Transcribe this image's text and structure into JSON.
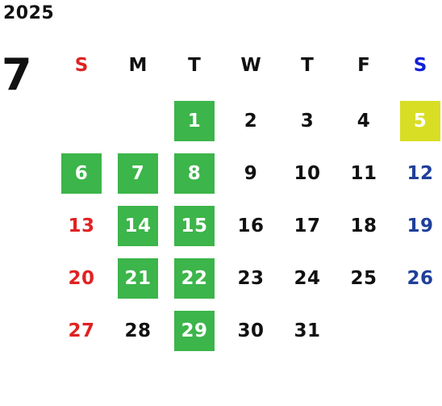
{
  "calendar": {
    "year": "2025",
    "month": "7",
    "weekdays": [
      "S",
      "M",
      "T",
      "W",
      "T",
      "F",
      "S"
    ],
    "colors": {
      "sunday": "#e02222",
      "saturday": "#1f3f9a",
      "saturday_header": "#1020d8",
      "highlight_green": "#3cb54a",
      "highlight_yellow": "#d8de24"
    },
    "weeks": [
      [
        "",
        "",
        "1",
        "2",
        "3",
        "4",
        "5"
      ],
      [
        "6",
        "7",
        "8",
        "9",
        "10",
        "11",
        "12"
      ],
      [
        "13",
        "14",
        "15",
        "16",
        "17",
        "18",
        "19"
      ],
      [
        "20",
        "21",
        "22",
        "23",
        "24",
        "25",
        "26"
      ],
      [
        "27",
        "28",
        "29",
        "30",
        "31",
        "",
        ""
      ]
    ],
    "highlighted_green": [
      "1",
      "6",
      "7",
      "8",
      "14",
      "15",
      "21",
      "22",
      "29"
    ],
    "highlighted_yellow": [
      "5"
    ]
  }
}
